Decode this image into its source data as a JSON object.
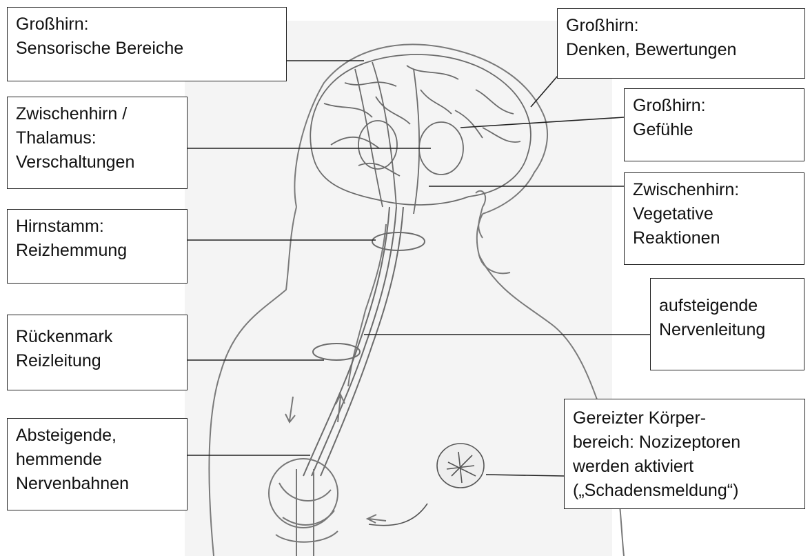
{
  "labels": {
    "sensory": [
      "Großhirn:",
      "Sensorische Bereiche"
    ],
    "thinking": [
      "Großhirn:",
      "Denken, Bewertungen"
    ],
    "thalamus": [
      "Zwischenhirn /",
      "Thalamus:",
      "Verschaltungen"
    ],
    "feelings": [
      "Großhirn:",
      "Gefühle"
    ],
    "vegetative": [
      "Zwischenhirn:",
      "Vegetative",
      "Reaktionen"
    ],
    "brainstem": [
      "Hirnstamm:",
      "Reizhemmung"
    ],
    "ascending": [
      "aufsteigende",
      "Nervenleitung"
    ],
    "spinal": [
      "Rückenmark",
      "Reizleitung"
    ],
    "nociceptors": [
      "Gereizter Körper-",
      "bereich: Nozizeptoren",
      "werden aktiviert",
      "(„Schadensmeldung“)"
    ],
    "descending": [
      "Absteigende,",
      "hemmende",
      "Nervenbahnen"
    ]
  },
  "colors": {
    "ink": "#222222",
    "sketch": "#6b6b6b",
    "paper": "#ffffff",
    "shade": "#efefef"
  }
}
